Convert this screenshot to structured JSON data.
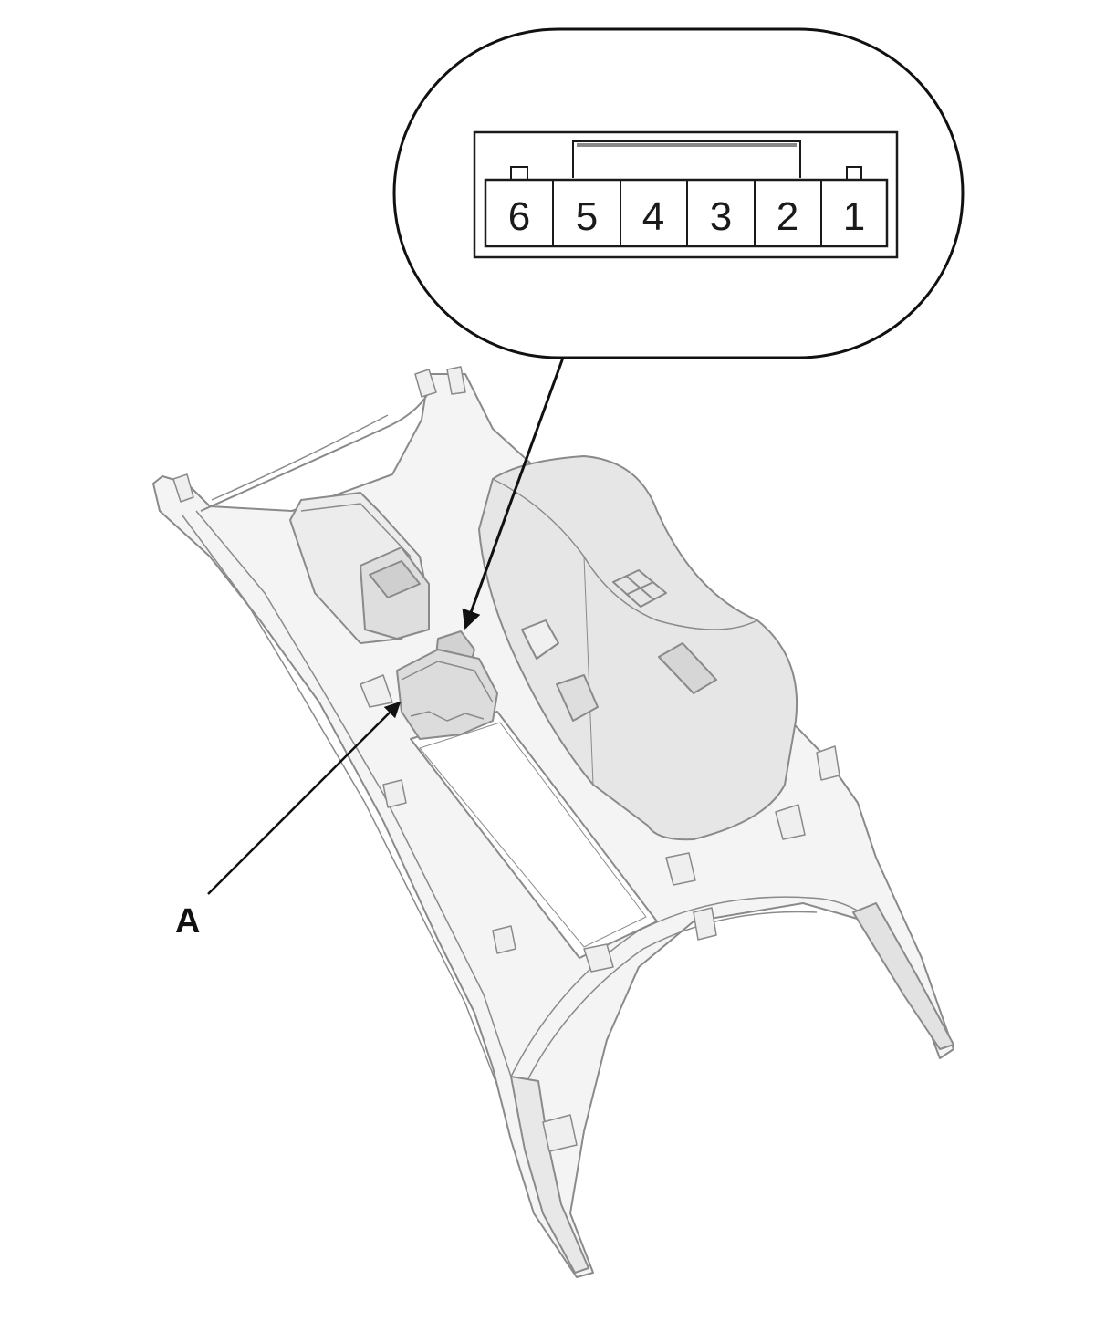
{
  "connector": {
    "pins": [
      "6",
      "5",
      "4",
      "3",
      "2",
      "1"
    ]
  },
  "callout": {
    "label": "A"
  },
  "colors": {
    "outline": "#111111",
    "part_fill": "#f4f4f4",
    "part_shade": "#e2e2e2",
    "part_dark": "#c9c9c9",
    "part_stroke": "#8a8a8a"
  }
}
